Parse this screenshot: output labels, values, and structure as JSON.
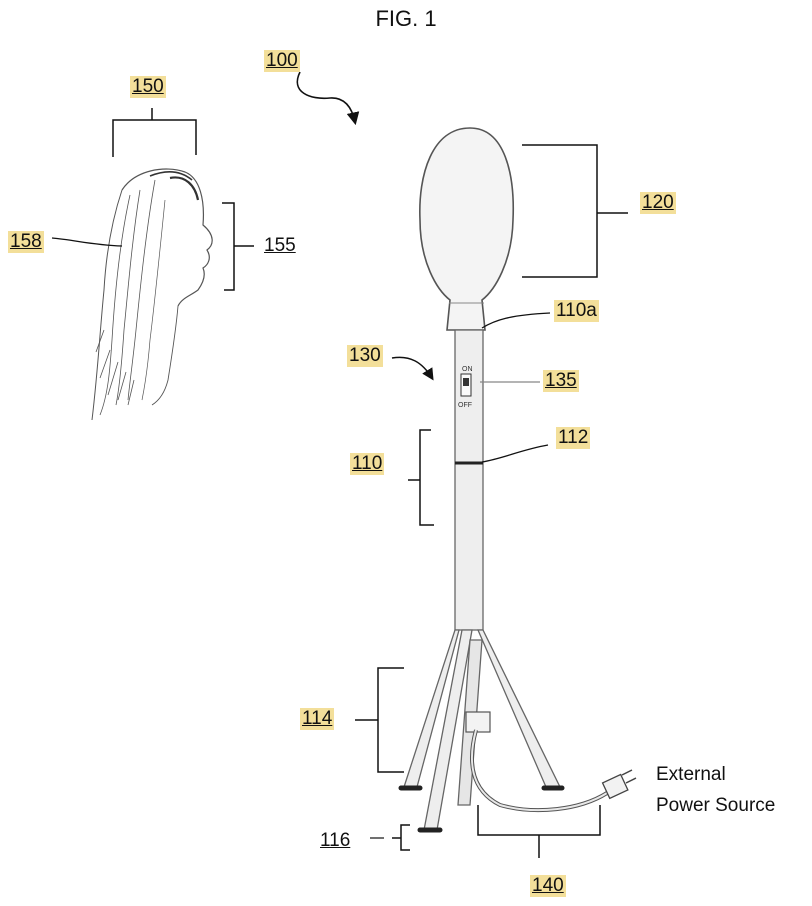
{
  "figure": {
    "title": "FIG. 1",
    "labels": {
      "device": "100",
      "head_part": "150",
      "hair": "158",
      "face": "155",
      "bulb": "120",
      "shaft_top": "110a",
      "switch_area": "130",
      "switch": "135",
      "shaft": "110",
      "joint": "112",
      "legs": "114",
      "feet": "116",
      "cord": "140"
    },
    "switch_text": {
      "on": "ON",
      "off": "OFF"
    },
    "power_source": {
      "line1": "External",
      "line2": "Power Source"
    },
    "colors": {
      "highlight": "#f3df9a",
      "ink": "#111111",
      "sketch": "#555555"
    }
  }
}
